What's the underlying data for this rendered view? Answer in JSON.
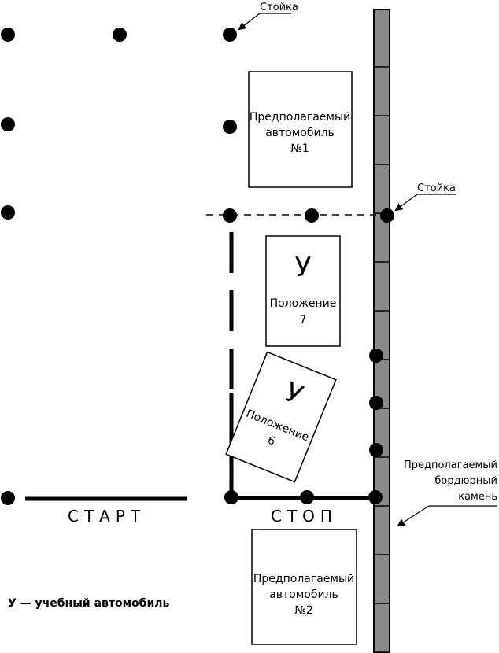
{
  "labels": {
    "post_top": "Стойка",
    "post_right": "Стойка",
    "car1": [
      "Предполагаемый",
      "автомобиль",
      "№1"
    ],
    "car2": [
      "Предполагаемый",
      "автомобиль",
      "№2"
    ],
    "pos7_letter": "У",
    "pos7": [
      "Положение",
      "7"
    ],
    "pos6_letter": "У",
    "pos6": [
      "Положение",
      "6"
    ],
    "curb": [
      "Предполагаемый",
      "бордюрный",
      "камень"
    ],
    "start": "СТАРТ",
    "stop": "СТОП",
    "legend": "У — учебный автомобиль"
  }
}
